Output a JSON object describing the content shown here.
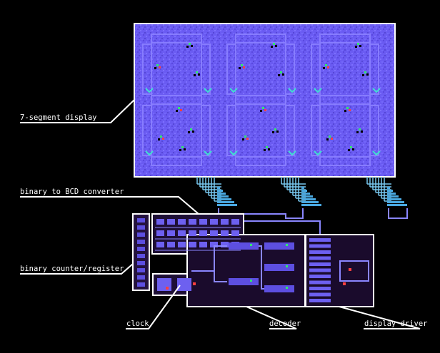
{
  "labels": {
    "seven_segment_display": "7-segment display",
    "binary_to_bcd_converter": "binary to BCD converter",
    "binary_counter_register": "binary counter/register",
    "clock": "clock",
    "decoder": "decoder",
    "display_driver": "display driver"
  },
  "colors": {
    "background": "#000000",
    "outline": "#ffffff",
    "display_fill": "#6a5bf2",
    "wire": "#8a86ff",
    "wire_light": "#78c8f0",
    "circuit_bg": "#1a0a2e",
    "accent_green": "#30e870",
    "accent_red": "#ff4040",
    "accent_cyan": "#40e0d0"
  }
}
